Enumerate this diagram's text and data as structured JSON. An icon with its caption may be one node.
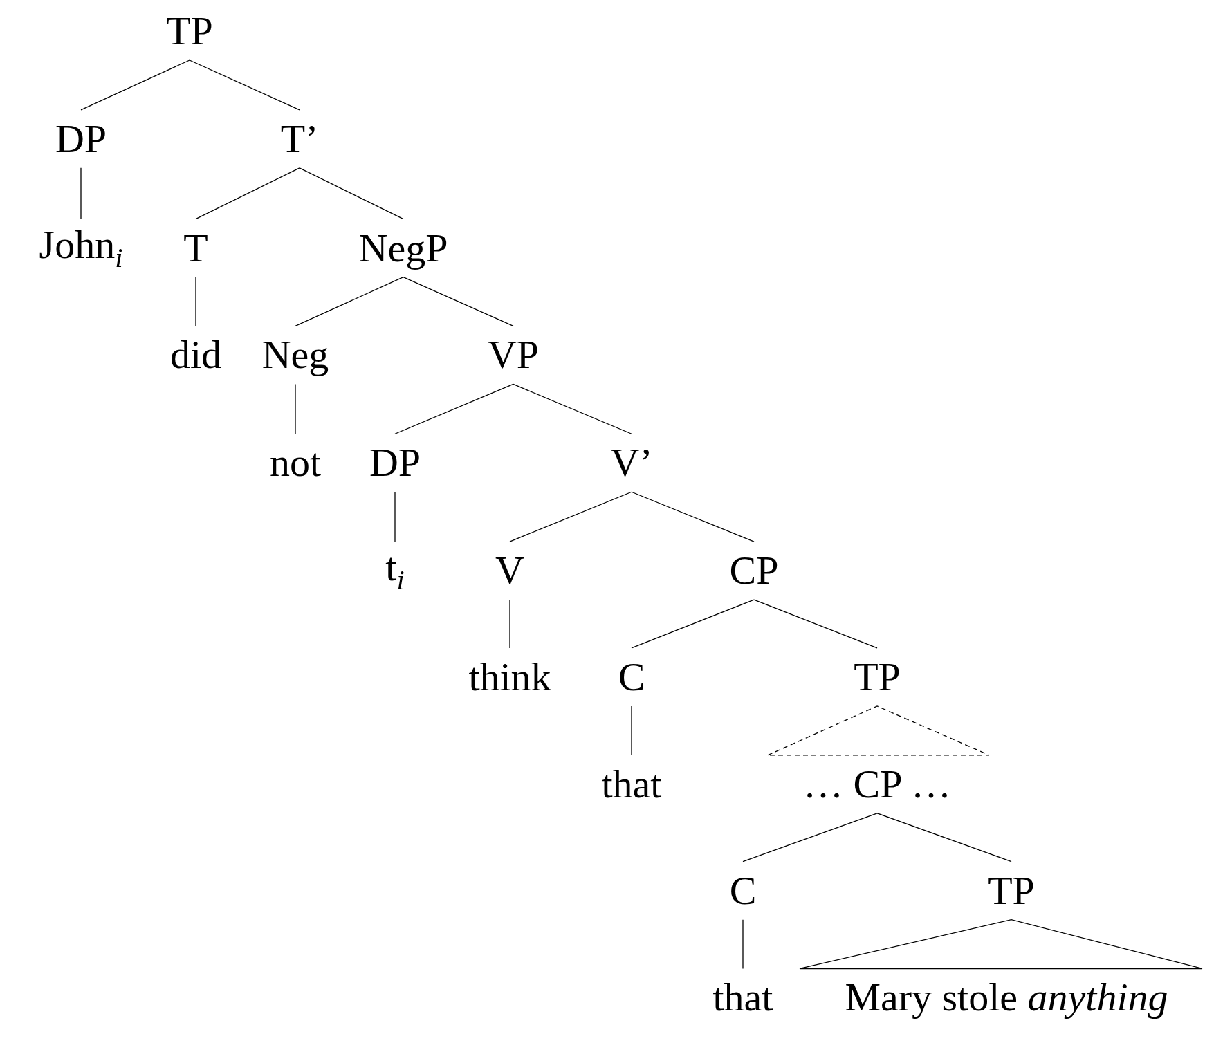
{
  "diagram": {
    "nodes": [
      {
        "text": [
          "TP"
        ]
      },
      {
        "text": [
          "DP"
        ]
      },
      {
        "text": [
          "T’"
        ]
      },
      {
        "text": [
          "John$_{i}$"
        ]
      },
      {
        "text": [
          "T"
        ]
      },
      {
        "text": [
          "NegP"
        ]
      },
      {
        "text": [
          "did"
        ]
      },
      {
        "text": [
          "Neg"
        ]
      },
      {
        "text": [
          "VP"
        ]
      },
      {
        "text": [
          "not"
        ]
      },
      {
        "text": [
          "DP"
        ]
      },
      {
        "text": [
          "V’"
        ]
      },
      {
        "text": [
          "t$_{i}$"
        ]
      },
      {
        "text": [
          "V"
        ]
      },
      {
        "text": [
          "CP"
        ]
      },
      {
        "text": [
          "think"
        ]
      },
      {
        "text": [
          "C"
        ]
      },
      {
        "text": [
          "TP"
        ]
      },
      {
        "text": [
          "that"
        ]
      },
      {
        "text": [
          "… CP …"
        ]
      },
      {
        "text": [
          "C"
        ]
      },
      {
        "text": [
          "TP"
        ]
      },
      {
        "text": [
          "that"
        ]
      },
      {
        "text": [
          "Mary stole *anything*"
        ]
      }
    ],
    "edges": [
      {
        "from": 0,
        "to": 1,
        "arrow": "none"
      },
      {
        "from": 0,
        "to": 2,
        "arrow": "none"
      },
      {
        "from": 1,
        "to": 3,
        "arrow": "none"
      },
      {
        "from": 2,
        "to": 4,
        "arrow": "none"
      },
      {
        "from": 2,
        "to": 5,
        "arrow": "none"
      },
      {
        "from": 4,
        "to": 6,
        "arrow": "none"
      },
      {
        "from": 5,
        "to": 7,
        "arrow": "none"
      },
      {
        "from": 5,
        "to": 8,
        "arrow": "none"
      },
      {
        "from": 7,
        "to": 9,
        "arrow": "none"
      },
      {
        "from": 8,
        "to": 10,
        "arrow": "none"
      },
      {
        "from": 8,
        "to": 11,
        "arrow": "none"
      },
      {
        "from": 10,
        "to": 12,
        "arrow": "none"
      },
      {
        "from": 11,
        "to": 13,
        "arrow": "none"
      },
      {
        "from": 11,
        "to": 14,
        "arrow": "none"
      },
      {
        "from": 13,
        "to": 15,
        "arrow": "none"
      },
      {
        "from": 14,
        "to": 16,
        "arrow": "none"
      },
      {
        "from": 14,
        "to": 17,
        "arrow": "none"
      },
      {
        "from": 16,
        "to": 18,
        "arrow": "none"
      },
      {
        "from": 17,
        "to": 19,
        "arrow": "none",
        "style": "dashed"
      },
      {
        "from": 19,
        "to": 20,
        "arrow": "none"
      },
      {
        "from": 19,
        "to": 21,
        "arrow": "none"
      },
      {
        "from": 20,
        "to": 22,
        "arrow": "none"
      },
      {
        "from": 21,
        "to": 23,
        "arrow": "none"
      }
    ]
  }
}
